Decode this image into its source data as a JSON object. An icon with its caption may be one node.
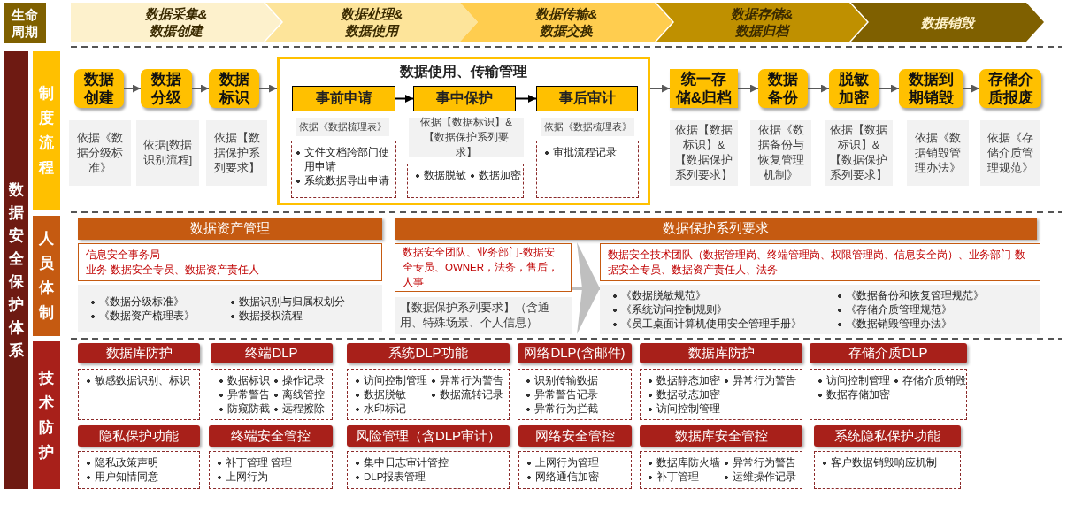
{
  "diagram": {
    "nodes": [
      {
        "text": [
          "生命周期"
        ]
      },
      {
        "text": [
          "数据采集&数据创建"
        ]
      },
      {
        "text": [
          "数据处理&数据使用"
        ]
      },
      {
        "text": [
          "数据传输&数据交换"
        ]
      },
      {
        "text": [
          "数据存储&数据归档"
        ]
      },
      {
        "text": [
          "数据销毁"
        ]
      },
      {
        "text": [
          "数据安全保护体系"
        ]
      },
      {
        "text": [
          "制度流程"
        ]
      },
      {
        "text": [
          "数据创建"
        ]
      },
      {
        "text": [
          "数据分级"
        ]
      },
      {
        "text": [
          "数据标识"
        ]
      },
      {
        "text": [
          "数据使用、传输管理"
        ]
      },
      {
        "text": [
          "事前申请"
        ],
        "in": 11
      },
      {
        "text": [
          "事中保护"
        ],
        "in": 11
      },
      {
        "text": [
          "事后审计"
        ],
        "in": 11
      },
      {
        "text": [
          "统一存储&归档"
        ]
      },
      {
        "text": [
          "数据备份"
        ]
      },
      {
        "text": [
          "脱敏加密"
        ]
      },
      {
        "text": [
          "数据到期销毁"
        ]
      },
      {
        "text": [
          "存储介质报废"
        ]
      },
      {
        "text": [
          "依据《数据分级标准》"
        ]
      },
      {
        "text": [
          "依据[数据识别流程]"
        ]
      },
      {
        "text": [
          "依据【数据保护系列要求】"
        ]
      },
      {
        "text": [
          "依据《数据梳理表》"
        ],
        "in": 11
      },
      {
        "text": [
          "依据【数据标识】&【数据保护系列要求】"
        ],
        "in": 11
      },
      {
        "text": [
          "依据《数据梳理表》"
        ],
        "in": 11
      },
      {
        "text": [
          "文件文档跨部门使用申请",
          "系统数据导出申请"
        ],
        "in": 11
      },
      {
        "text": [
          "数据脱敏",
          "数据加密"
        ],
        "in": 11
      },
      {
        "text": [
          "审批流程记录"
        ],
        "in": 11
      },
      {
        "text": [
          "依据【数据标识】&【数据保护系列要求】"
        ]
      },
      {
        "text": [
          "依据《数据备份与恢复管理机制》"
        ]
      },
      {
        "text": [
          "依据【数据标识】&【数据保护系列要求】"
        ]
      },
      {
        "text": [
          "依据《数据销毁管理办法》"
        ]
      },
      {
        "text": [
          "依据《存储介质管理规范》"
        ]
      },
      {
        "text": [
          "人员体制"
        ]
      },
      {
        "text": [
          "数据资产管理"
        ]
      },
      {
        "text": [
          "信息安全事务局",
          "业务-数据安全专员、数据资产责任人"
        ]
      },
      {
        "text": [
          "《数据分级标准》",
          "数据识别与归属权划分",
          "《数据资产梳理表》",
          "数据授权流程"
        ]
      },
      {
        "text": [
          "数据保护系列要求"
        ]
      },
      {
        "text": [
          "数据安全团队、业务部门-数据安全专员、OWNER，法务，售后，人事"
        ]
      },
      {
        "text": [
          "【数据保护系列要求】（含通用、特殊场景、个人信息）"
        ]
      },
      {
        "text": [
          "数据安全技术团队（数据管理岗、终端管理岗、权限管理岗、信息安全岗）、业务部门-数据安全专员、数据资产责任人、法务"
        ]
      },
      {
        "text": [
          "《数据脱敏规范》",
          "《数据备份和恢复管理规范》",
          "《系统访问控制规则》",
          "《存储介质管理规范》",
          "《员工桌面计算机使用安全管理手册》",
          "《数据销毁管理办法》"
        ]
      },
      {
        "text": [
          "技术防护"
        ]
      },
      {
        "text": [
          "数据库防护"
        ]
      },
      {
        "text": [
          "敏感数据识别、标识"
        ]
      },
      {
        "text": [
          "终端DLP"
        ]
      },
      {
        "text": [
          "数据标识",
          "操作记录",
          "异常警告",
          "离线管控",
          "防窥防截",
          "远程擦除"
        ]
      },
      {
        "text": [
          "系统DLP功能"
        ]
      },
      {
        "text": [
          "访问控制管理",
          "异常行为警告",
          "数据脱敏",
          "数据流转记录",
          "水印标记"
        ]
      },
      {
        "text": [
          "网络DLP(含邮件)"
        ]
      },
      {
        "text": [
          "识别传输数据",
          "异常警告记录",
          "异常行为拦截"
        ]
      },
      {
        "text": [
          "数据库防护"
        ]
      },
      {
        "text": [
          "数据静态加密",
          "异常行为警告",
          "数据动态加密",
          "访问控制管理"
        ]
      },
      {
        "text": [
          "存储介质DLP"
        ]
      },
      {
        "text": [
          "访问控制管理",
          "存储介质销毁",
          "数据存储加密"
        ]
      },
      {
        "text": [
          "隐私保护功能"
        ]
      },
      {
        "text": [
          "隐私政策声明",
          "用户知情同意"
        ]
      },
      {
        "text": [
          "终端安全管控"
        ]
      },
      {
        "text": [
          "补丁管理 管理",
          "上网行为"
        ]
      },
      {
        "text": [
          "风险管理（含DLP审计）"
        ]
      },
      {
        "text": [
          "集中日志审计管控",
          "DLP报表管理"
        ]
      },
      {
        "text": [
          "网络安全管控"
        ]
      },
      {
        "text": [
          "上网行为管理",
          "网络通信加密"
        ]
      },
      {
        "text": [
          "数据库安全管控"
        ]
      },
      {
        "text": [
          "数据库防火墙",
          "异常行为警告",
          "补丁管理",
          "运维操作记录"
        ]
      },
      {
        "text": [
          "系统隐私保护功能"
        ]
      },
      {
        "text": [
          "客户数据销毁响应机制"
        ]
      }
    ],
    "edges": [
      {
        "from": 8,
        "to": 9,
        "arrow": "to"
      },
      {
        "from": 9,
        "to": 10,
        "arrow": "to"
      },
      {
        "from": 10,
        "to": 11,
        "arrow": "to"
      },
      {
        "from": 12,
        "to": 13,
        "arrow": "to",
        "color": "#000000"
      },
      {
        "from": 13,
        "to": 14,
        "arrow": "to",
        "color": "#000000"
      },
      {
        "from": 11,
        "to": 15,
        "arrow": "to"
      },
      {
        "from": 15,
        "to": 16,
        "arrow": "to"
      },
      {
        "from": 16,
        "to": 17,
        "arrow": "to"
      },
      {
        "from": 17,
        "to": 18,
        "arrow": "to"
      },
      {
        "from": 18,
        "to": 19,
        "arrow": "to"
      },
      {
        "from": 39,
        "to": 41,
        "arrow": "to",
        "style": "thick",
        "color": "#bfbfbf"
      }
    ]
  }
}
